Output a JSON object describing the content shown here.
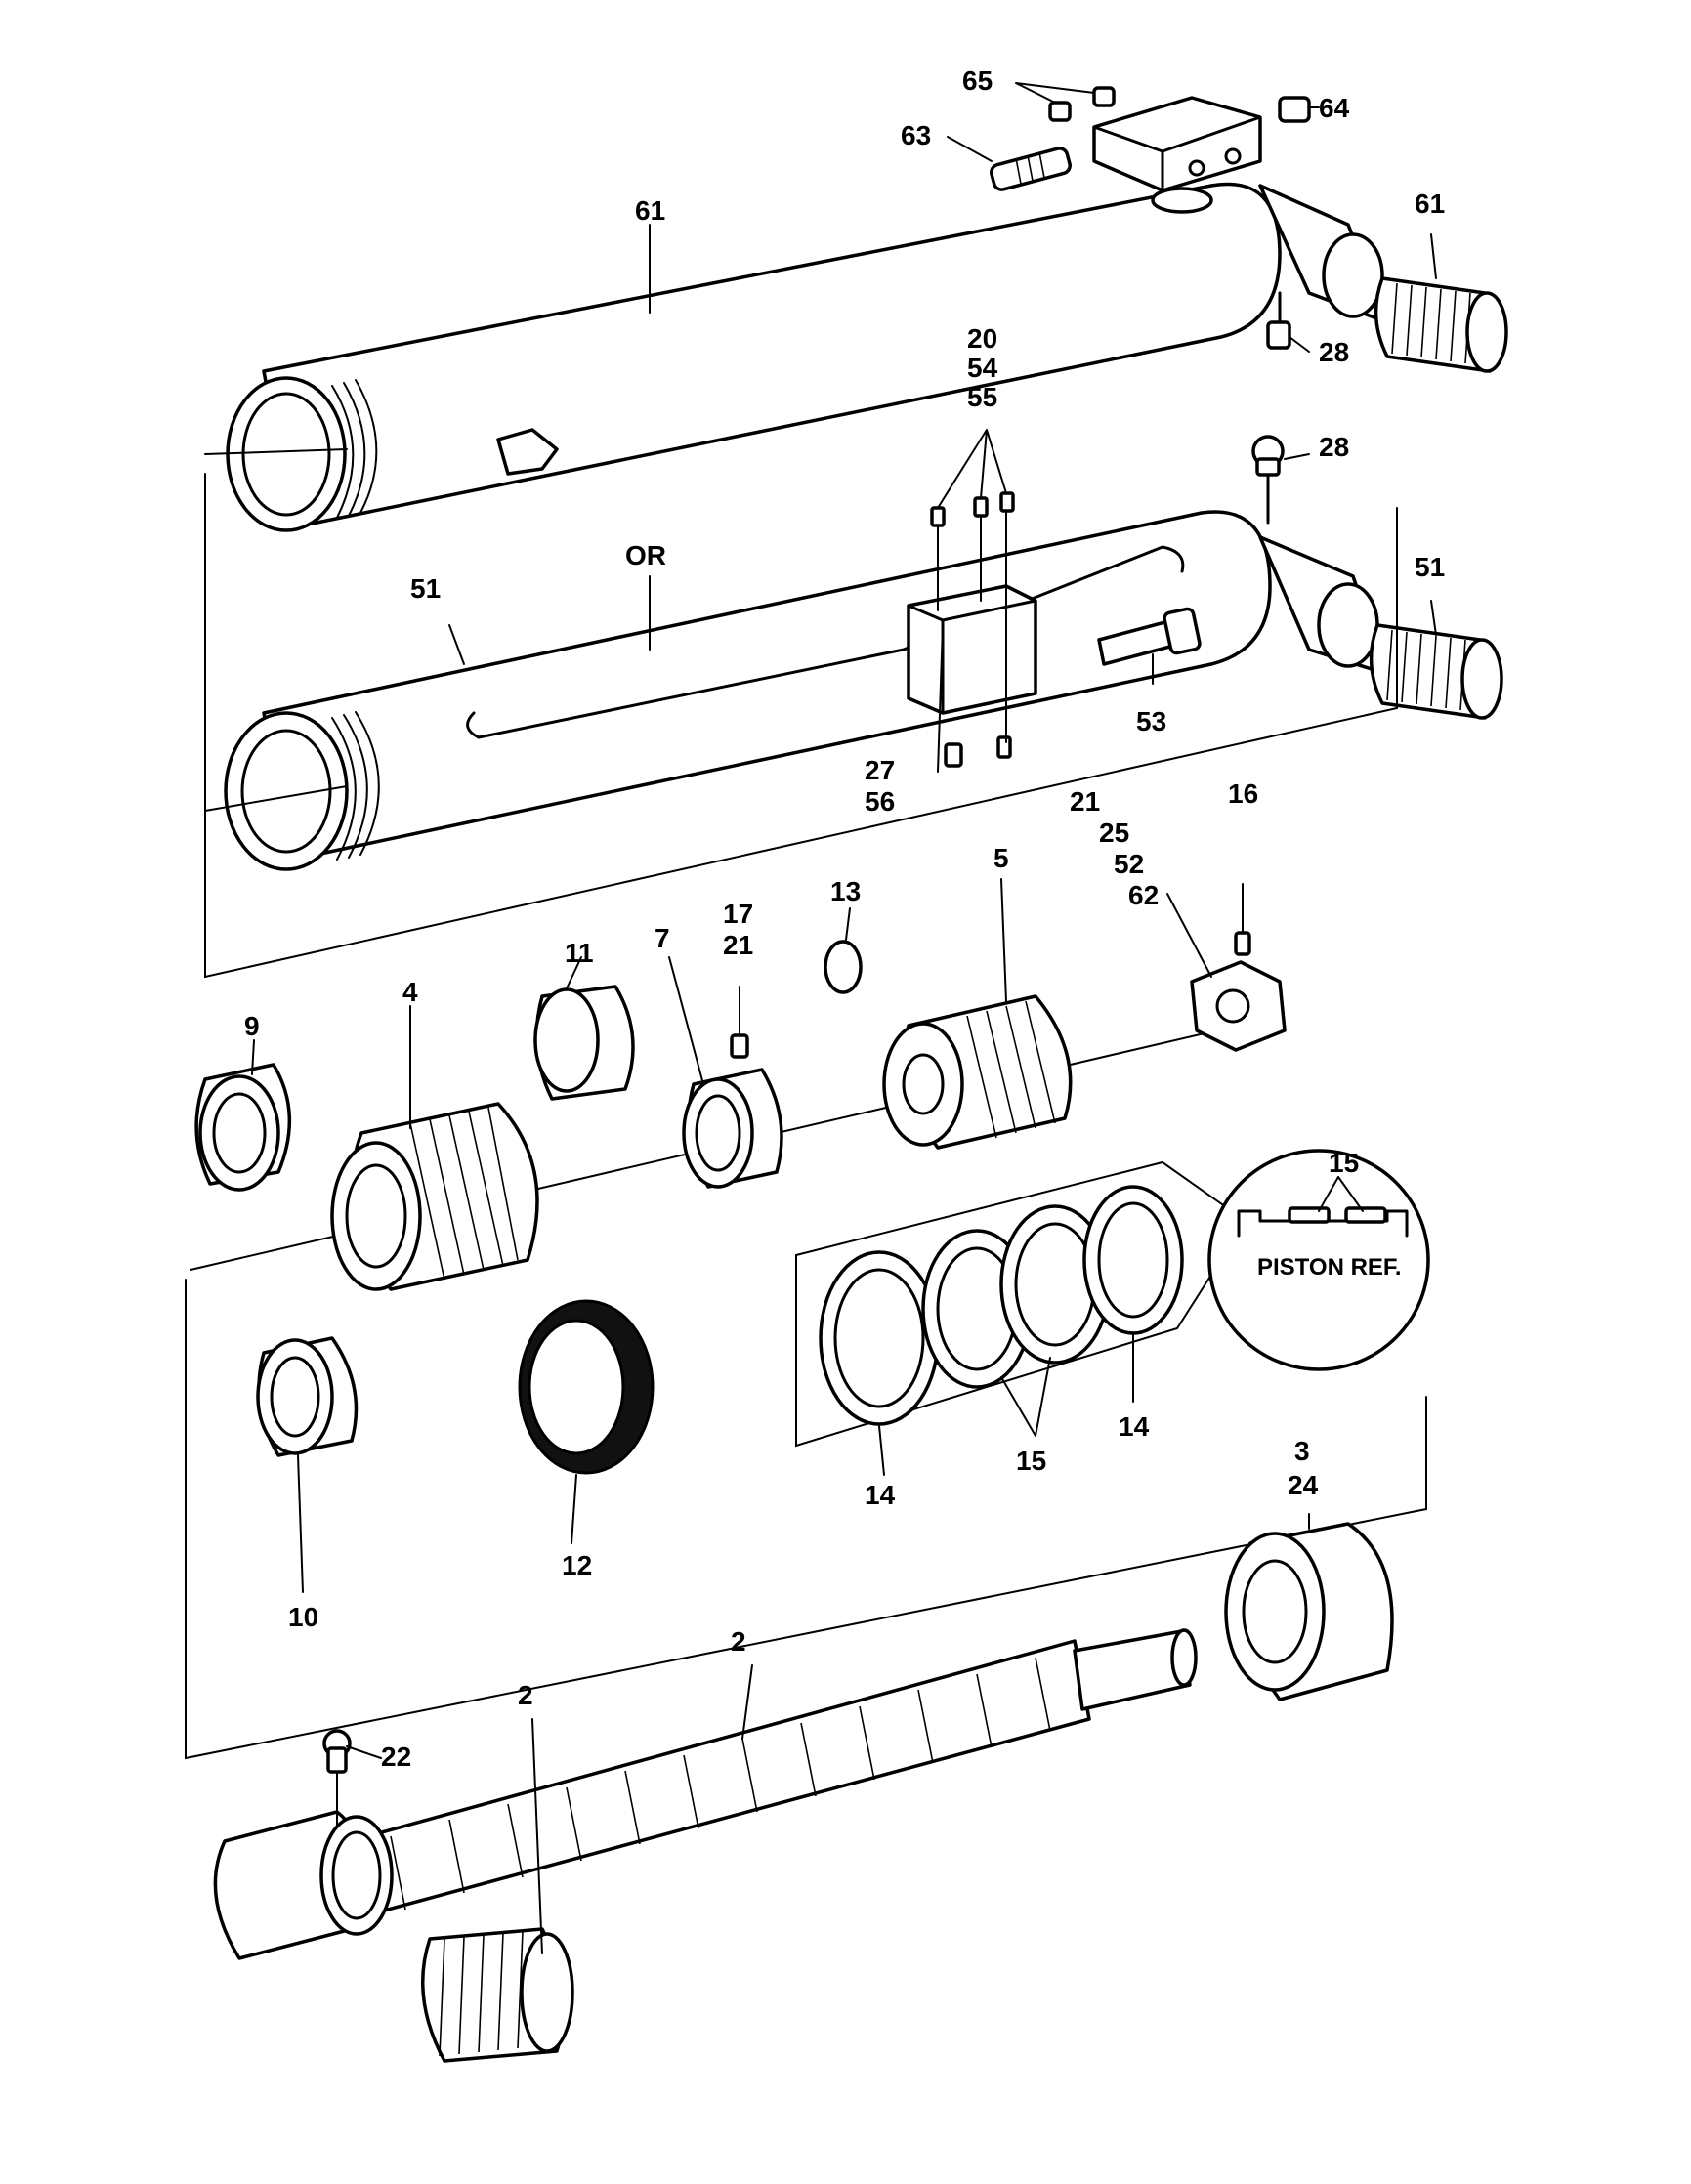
{
  "diagram": {
    "callouts": {
      "c65": "65",
      "c64": "64",
      "c63": "63",
      "c61a": "61",
      "c61b": "61",
      "c28a": "28",
      "c28b": "28",
      "c20": "20",
      "c54": "54",
      "c55": "55",
      "cOR": "OR",
      "c51a": "51",
      "c51b": "51",
      "c53": "53",
      "c27": "27",
      "c56": "56",
      "c21a": "21",
      "c25": "25",
      "c52": "52",
      "c62": "62",
      "c16": "16",
      "c13": "13",
      "c5": "5",
      "c17": "17",
      "c21b": "21",
      "c7": "7",
      "c11": "11",
      "c4": "4",
      "c9": "9",
      "c15a": "15",
      "c15b": "15",
      "c14a": "14",
      "c14b": "14",
      "c10": "10",
      "c12": "12",
      "c3": "3",
      "c24": "24",
      "c2a": "2",
      "c2b": "2",
      "c22": "22"
    },
    "inset_label": "PISTON REF."
  }
}
